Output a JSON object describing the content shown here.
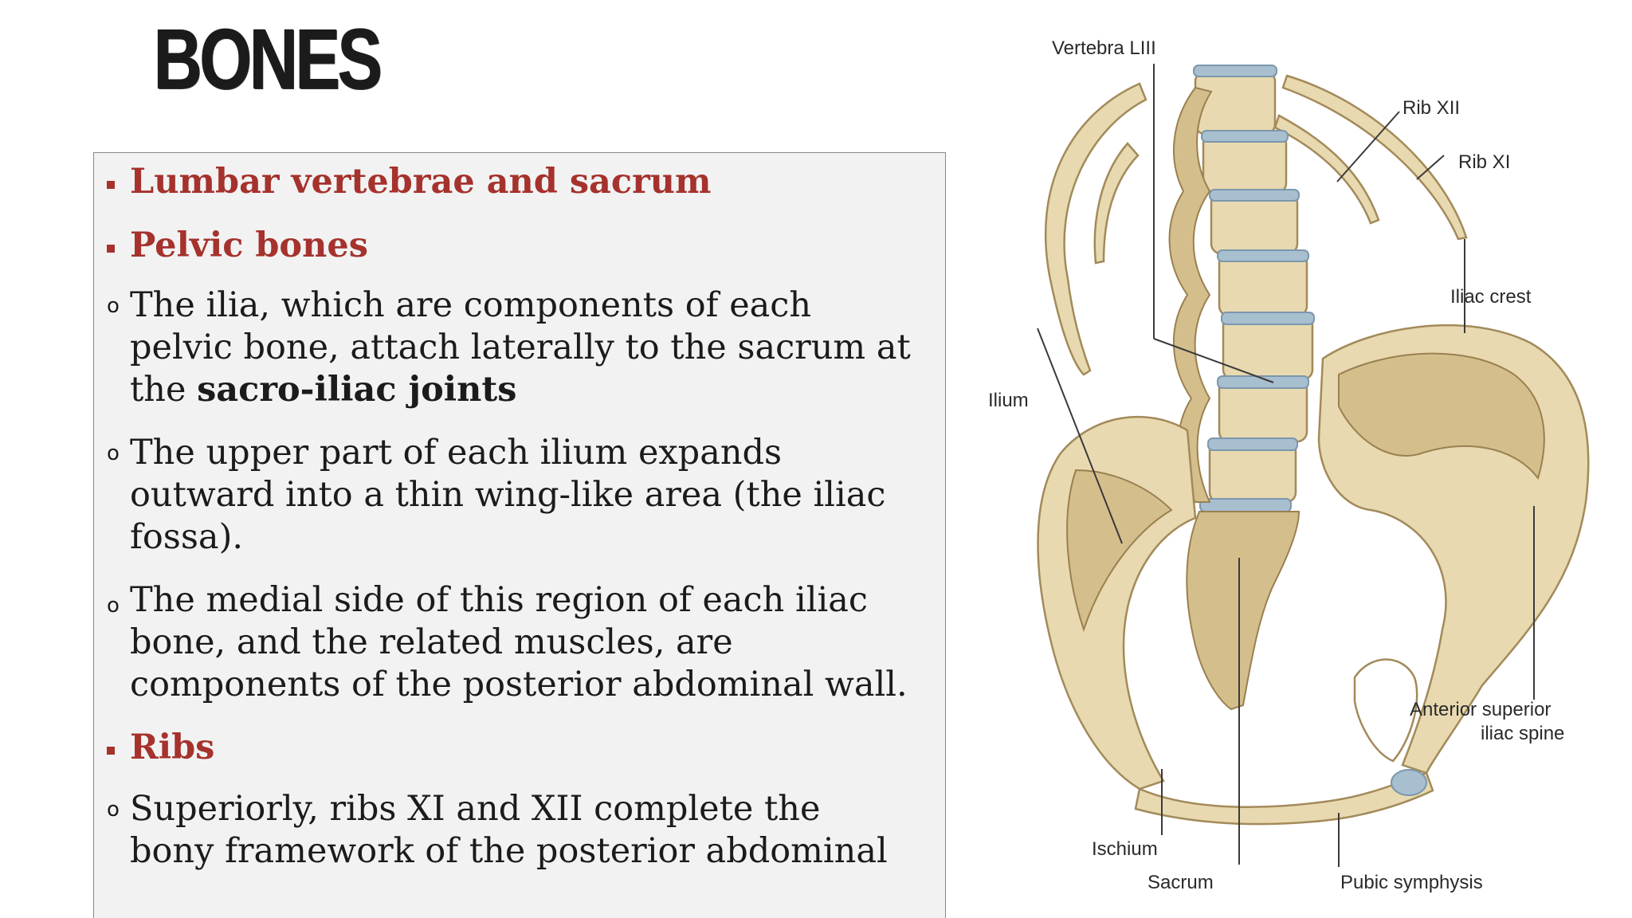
{
  "slide": {
    "title": "BONES"
  },
  "content": {
    "items": [
      {
        "type": "square",
        "text": "Lumbar vertebrae and sacrum"
      },
      {
        "type": "square",
        "text": "Pelvic bones"
      },
      {
        "type": "circle",
        "lines": [
          "The ilia, which are components of each",
          "pelvic bone, attach laterally to the sacrum at",
          "the "
        ],
        "bold": "sacro-iliac joints"
      },
      {
        "type": "circle",
        "text": "The upper part of each ilium expands\noutward into a thin wing-like area (the iliac\nfossa)."
      },
      {
        "type": "circle",
        "text": " The medial side of this region of each iliac\nbone, and the related muscles, are\ncomponents of the posterior abdominal wall."
      },
      {
        "type": "square",
        "text": "Ribs"
      },
      {
        "type": "circle",
        "text": "Superiorly, ribs XI and XII complete the\nbony framework of the posterior abdominal"
      }
    ]
  },
  "figure": {
    "labels": {
      "vertebra": "Vertebra LIII",
      "rib12": "Rib XII",
      "rib11": "Rib XI",
      "iliac_crest": "Iliac crest",
      "ilium": "Ilium",
      "asis_line1": "Anterior superior",
      "asis_line2": "iliac spine",
      "ischium": "Ischium",
      "sacrum": "Sacrum",
      "pubic": "Pubic symphysis"
    },
    "colors": {
      "bone": "#e8d9b0",
      "disc": "#a8bfd0",
      "heading_red": "#a5322d"
    }
  }
}
